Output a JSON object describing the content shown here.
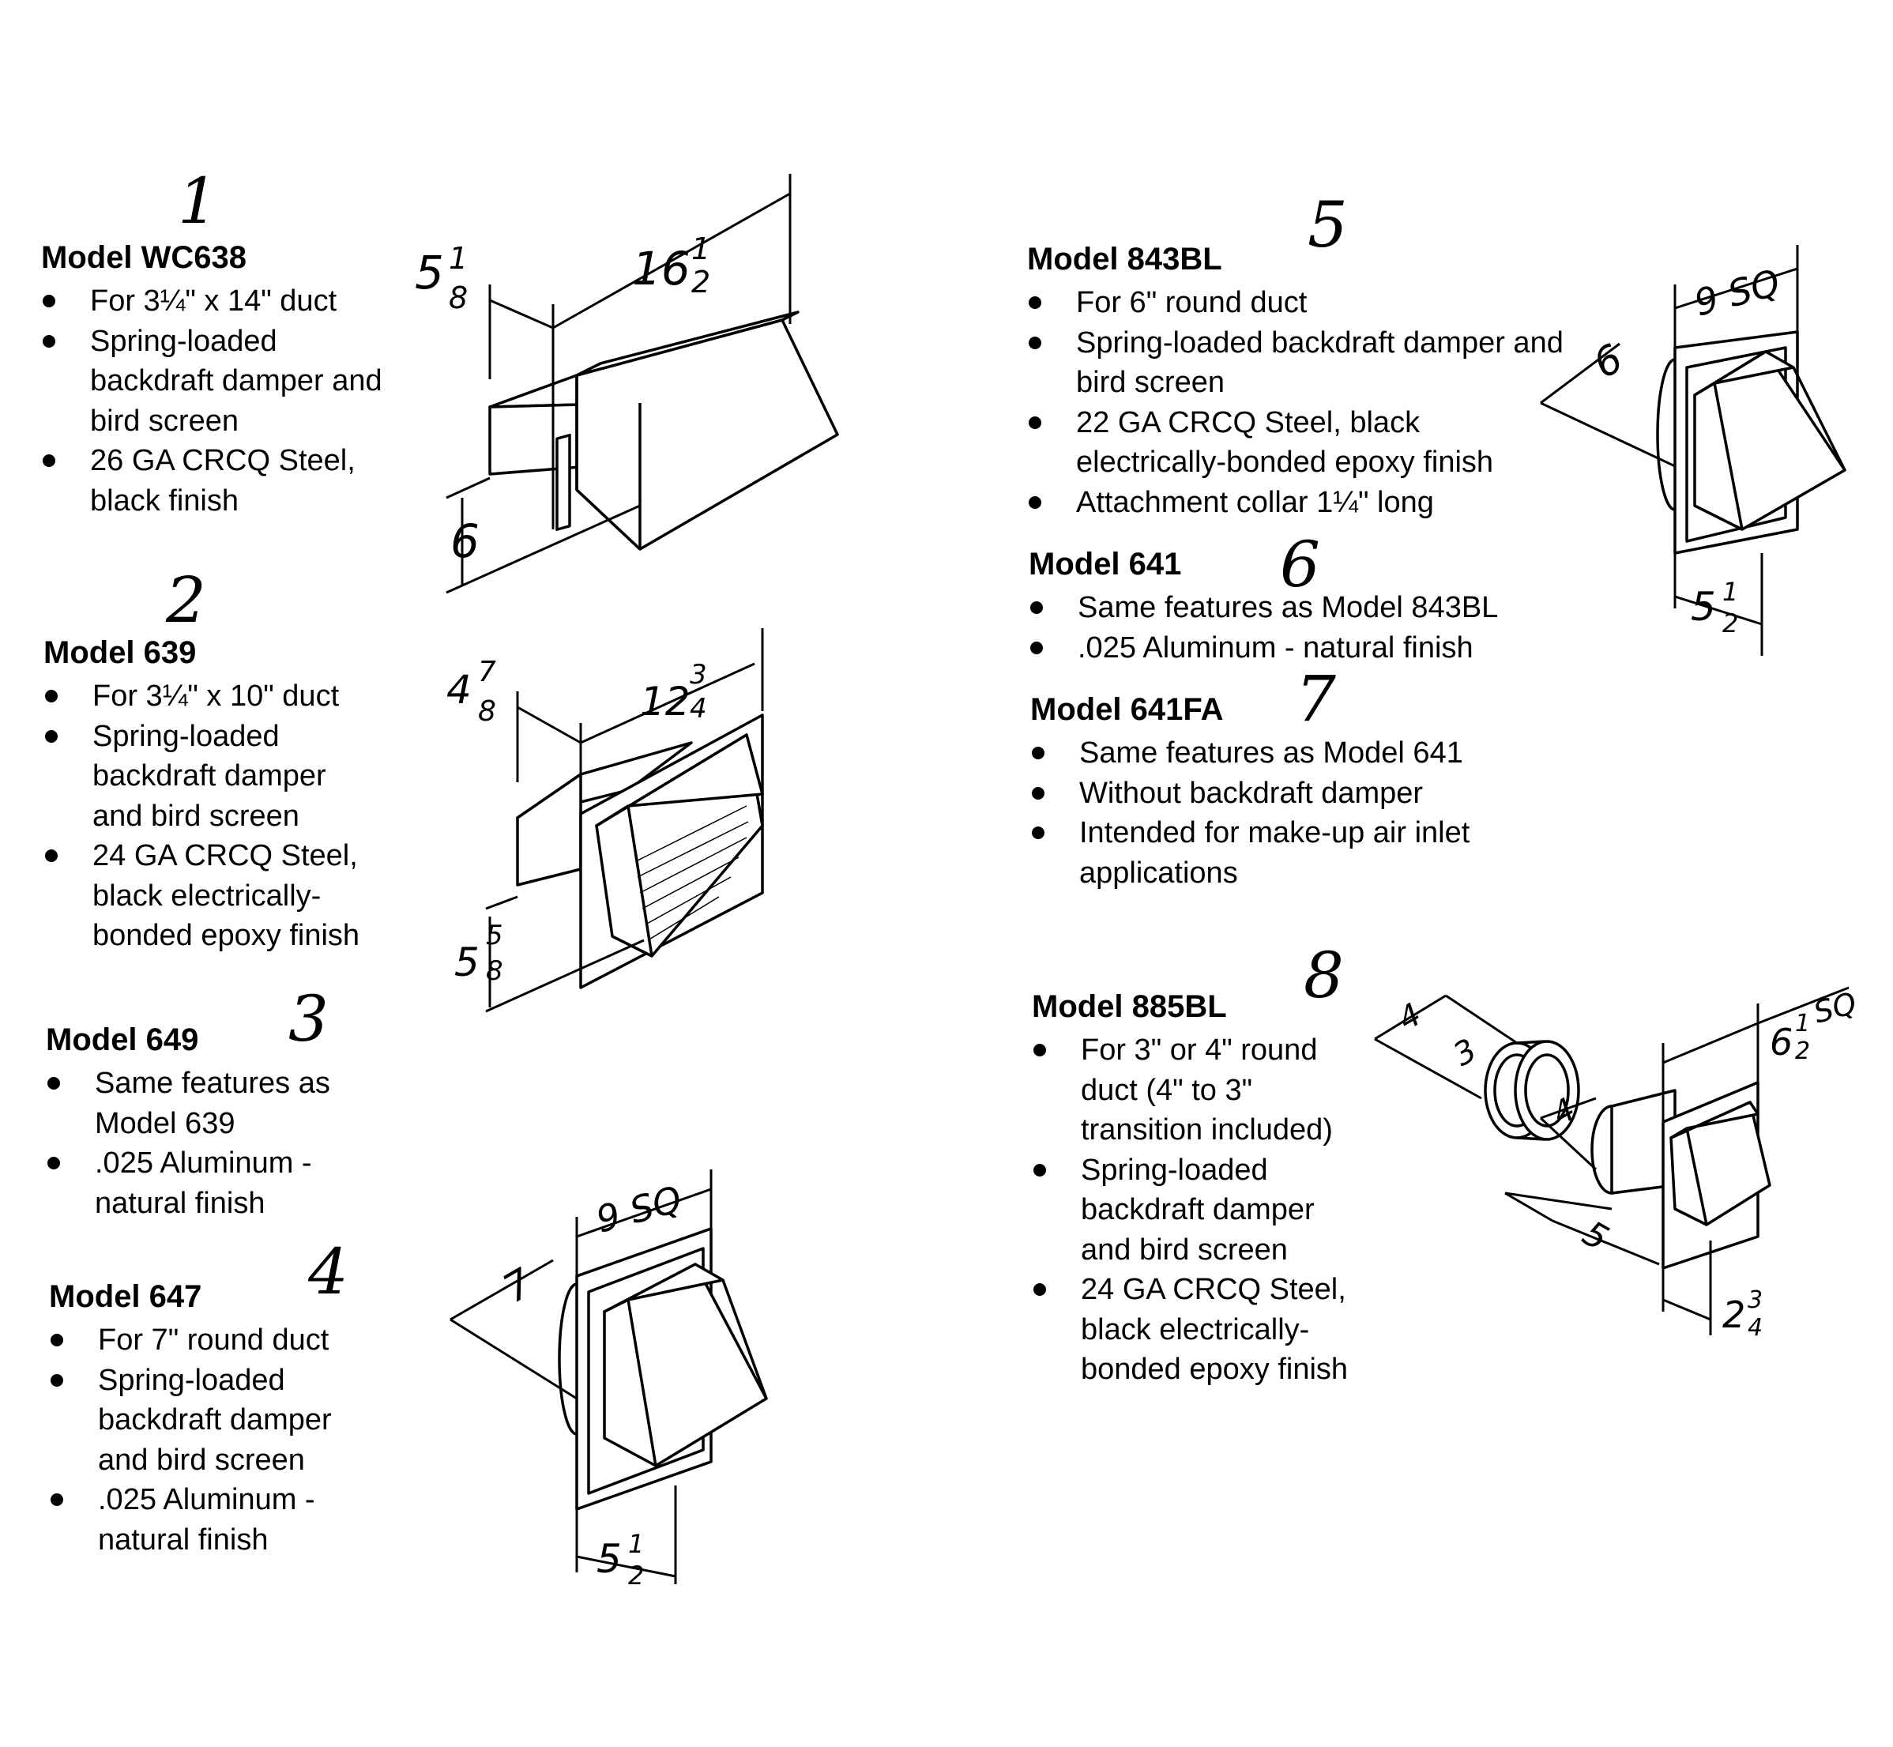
{
  "models": [
    {
      "number": "1",
      "name": "Model WC638",
      "bullets": [
        "For 3¼\" x 14\" duct",
        "Spring-loaded backdraft damper and bird screen",
        "26 GA CRCQ Steel, black finish"
      ]
    },
    {
      "number": "2",
      "name": "Model 639",
      "bullets": [
        "For 3¼\" x 10\" duct",
        "Spring-loaded backdraft damper and bird screen",
        "24 GA CRCQ Steel, black electrically-bonded epoxy finish"
      ]
    },
    {
      "number": "3",
      "name": "Model 649",
      "bullets": [
        "Same features as Model 639",
        ".025 Aluminum - natural finish"
      ]
    },
    {
      "number": "4",
      "name": "Model 647",
      "bullets": [
        "For 7\" round duct",
        "Spring-loaded backdraft damper and bird screen",
        ".025 Aluminum - natural finish"
      ]
    },
    {
      "number": "5",
      "name": "Model 843BL",
      "bullets": [
        "For 6\" round duct",
        "Spring-loaded backdraft damper and bird screen",
        "22 GA CRCQ Steel, black electrically-bonded epoxy finish",
        "Attachment collar 1¼\" long"
      ]
    },
    {
      "number": "6",
      "name": "Model 641",
      "bullets": [
        "Same features as Model 843BL",
        ".025 Aluminum - natural finish"
      ]
    },
    {
      "number": "7",
      "name": "Model 641FA",
      "bullets": [
        "Same features as Model 641",
        "Without backdraft damper",
        "Intended for make-up air inlet applications"
      ]
    },
    {
      "number": "8",
      "name": "Model 885BL",
      "bullets": [
        "For 3\" or 4\" round duct (4\" to 3\" transition included)",
        "Spring-loaded backdraft damper and bird screen",
        "24 GA CRCQ Steel, black electrically-bonded epoxy finish"
      ]
    }
  ],
  "dimensions": {
    "wc638": {
      "height_whole": "5",
      "height_frac_num": "1",
      "height_frac_den": "8",
      "length_whole": "16",
      "length_frac_num": "1",
      "length_frac_den": "2",
      "depth": "6"
    },
    "m639": {
      "height_whole": "4",
      "height_frac_num": "7",
      "height_frac_den": "8",
      "length_whole": "12",
      "length_frac_num": "3",
      "length_frac_den": "4",
      "depth_whole": "5",
      "depth_frac_num": "5",
      "depth_frac_den": "8"
    },
    "m647": {
      "diameter": "7",
      "square": "9 SQ",
      "depth_whole": "5",
      "depth_frac_num": "1",
      "depth_frac_den": "2"
    },
    "m843": {
      "diameter": "6",
      "square": "9 SQ",
      "depth_whole": "5",
      "depth_frac_num": "1",
      "depth_frac_den": "2"
    },
    "m885": {
      "collar_outer": "4",
      "collar_inner": "3",
      "duct": "4",
      "length": "5",
      "square_whole": "6",
      "square_frac_num": "1",
      "square_frac_den": "2",
      "square_unit": "SQ",
      "depth_whole": "2",
      "depth_frac_num": "3",
      "depth_frac_den": "4"
    }
  }
}
